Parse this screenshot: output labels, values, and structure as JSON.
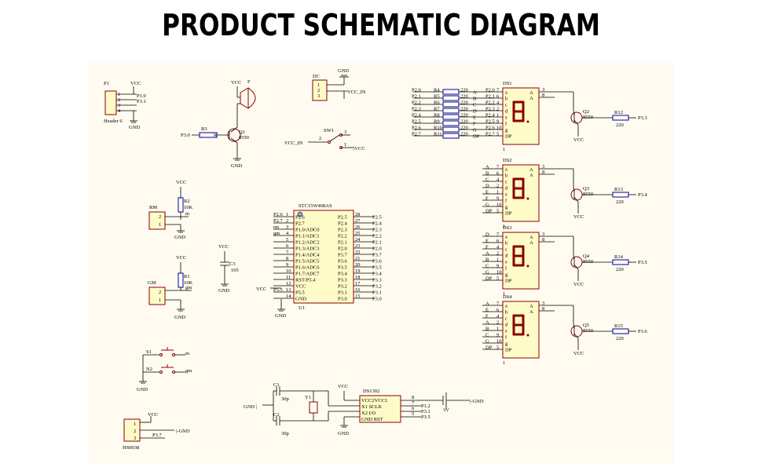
{
  "page": {
    "title": "PRODUCT SCHEMATIC DIAGRAM"
  },
  "labels": {
    "vcc": "VCC",
    "gnd": "GND",
    "vcc_in": "VCC_IN",
    "pipe_vcc": "|VCC",
    "pipe_gnd": "|-GND",
    "gnd_pipe": "GND |",
    "p1": "P1",
    "header6": "Header 6",
    "p1_0": "P1.0",
    "p3_1": "P3.1",
    "f_buz": "F",
    "q1": "Q1",
    "q1_part": "8550",
    "r3": "R3",
    "r3_val": "K",
    "p3_0": "P3.0",
    "dc": "DC",
    "sw1": "SW1",
    "pin1": "1",
    "pin2": "2",
    "pin3": "3",
    "pin4": "4",
    "pin5": "5",
    "pin6": "6",
    "pin7": "7",
    "pin8": "8",
    "rm": "RM",
    "r2": "R2",
    "r2_val": "10K",
    "m": "m",
    "c3": "C3",
    "c3_val": "105",
    "gm": "GM",
    "r1": "R1",
    "r1_val": "10K",
    "gm_net": "gm",
    "s1": "S1",
    "n2": "N2",
    "m_net": "m",
    "gm_net2": "gm",
    "ic_name": "STC15W408AS",
    "u1": "U1",
    "ic_left_pins": [
      "P2.6",
      "P2.7",
      "P1.0/ADC0",
      "P1.1/ADC1",
      "P1.2/ADC2",
      "P1.3/ADC3",
      "P1.4/ADC4",
      "P1.5/ADC5",
      "P1.6/ADC6",
      "P1.7/ADC7",
      "RST/P5.4",
      "VCC",
      "P5.5",
      "GND"
    ],
    "ic_right_pins": [
      "P2.5",
      "P2.4",
      "P2.3",
      "P2.2",
      "P2.1",
      "P2.0",
      "P3.7",
      "P3.6",
      "P3.5",
      "P3.4",
      "P3.3",
      "P3.2",
      "P3.1",
      "P3.0"
    ],
    "ic_left_nums": [
      "1",
      "2",
      "3",
      "4",
      "5",
      "6",
      "7",
      "8",
      "9",
      "10",
      "11",
      "12",
      "13",
      "14"
    ],
    "ic_right_nums": [
      "28",
      "27",
      "26",
      "25",
      "24",
      "23",
      "22",
      "21",
      "20",
      "19",
      "18",
      "17",
      "16",
      "15"
    ],
    "ic_left_nets": [
      "P2.6",
      "P2.7",
      "rm",
      "gm",
      "",
      "",
      "",
      "",
      "",
      "",
      "",
      "",
      "P5.5",
      ""
    ],
    "ic_right_nets": [
      "P2.5",
      "P2.4",
      "P2.3",
      "P2.2",
      "P2.1",
      "P2.0",
      "P3.7",
      "P3.6",
      "P3.5",
      "P3.4",
      "P3.3",
      "P3.2",
      "P3.1",
      "P3.0"
    ],
    "ds1": "DS1",
    "ds2": "DS2",
    "ds3": "DS3",
    "ds4": "DS4",
    "seg_letters": [
      "a",
      "b",
      "c",
      "d",
      "e",
      "f",
      "g",
      "DP"
    ],
    "seg_nets_ds1_left": [
      "P2.0",
      "P2.1",
      "P2.2",
      "P2.3",
      "P2.4",
      "P2.5",
      "P2.6",
      "P2.7"
    ],
    "seg_res": [
      "R4",
      "R5",
      "R6",
      "R7",
      "R8",
      "R9",
      "R10",
      "R11"
    ],
    "seg_res_val": "220",
    "seg_out_letters": [
      "A",
      "B",
      "C",
      "D",
      "E",
      "F",
      "G",
      "DP"
    ],
    "seg_pin_nums": [
      "7",
      "6",
      "4",
      "2",
      "1",
      "9",
      "10",
      "5"
    ],
    "ds_left_nets": [
      "A",
      "B",
      "C",
      "D",
      "E",
      "F",
      "G",
      "DP"
    ],
    "ds3_left_nets": [
      "D",
      "E",
      "F",
      "A",
      "B",
      "C",
      "G",
      "DP"
    ],
    "ds4_left_nets": [
      "A",
      "E",
      "F",
      "A",
      "B",
      "C",
      "G",
      "DP"
    ],
    "aa": "A",
    "q2": "Q2",
    "q3": "Q3",
    "q4": "Q4",
    "q5": "Q5",
    "q_part": "8550",
    "r12": "R12",
    "r13": "R13",
    "r14": "R14",
    "r15": "R15",
    "r_val": "220",
    "p3_3": "P3.3",
    "p3_4": "P3.4",
    "p3_5": "P3.5",
    "p3_6": "P3.6",
    "c1": "C1",
    "c1_val": "30p",
    "c2": "C2",
    "c2_val": "30p",
    "y1": "Y1",
    "ds1302": "DS1302",
    "ds_pins_left": [
      "VCC2VCC1",
      "X1  SCLK",
      "X2       I/O",
      "GND   RST"
    ],
    "ds_nets": [
      "P1.2",
      "P3.1",
      "P3.5"
    ],
    "three_v": "3V",
    "hs_name": "HS0038",
    "p3_7": "P3.7"
  }
}
